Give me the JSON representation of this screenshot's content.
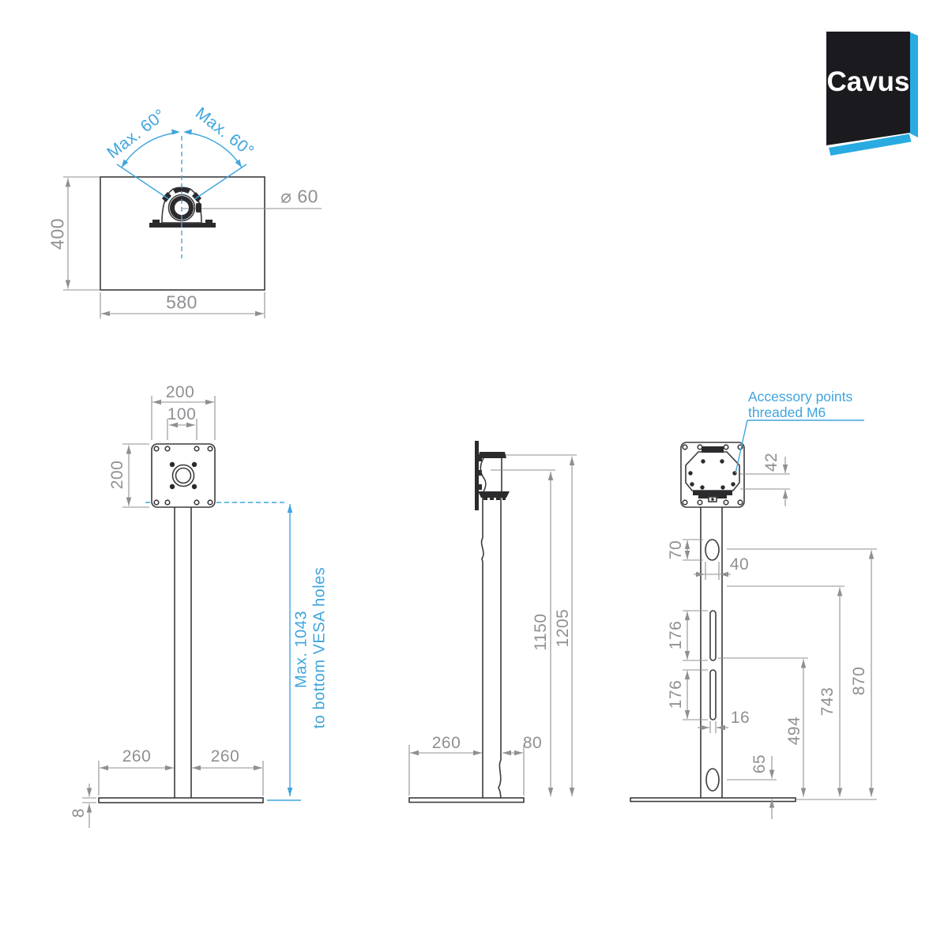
{
  "colors": {
    "line": "#3B3B3E",
    "dimension": "#8E9093",
    "annotation_blue": "#3FA5DE",
    "logo_background": "#1B1B1F",
    "logo_accent": "#29ABE2"
  },
  "logo": {
    "brand": "Cavus"
  },
  "top_view": {
    "swivel_left": "Max. 60°",
    "swivel_right": "Max. 60°",
    "diameter": "⌀ 60",
    "depth": "400",
    "width": "580"
  },
  "front_view": {
    "vesa_width": "200",
    "vesa_hole_spacing": "100",
    "vesa_height": "200",
    "base_half_left": "260",
    "base_half_right": "260",
    "base_thickness": "8",
    "max_height_value": "Max. 1043",
    "max_height_caption": "to bottom VESA holes"
  },
  "side_view": {
    "base_front": "260",
    "base_rear": "80",
    "column_height": "1150",
    "total_height": "1205"
  },
  "back_view": {
    "note_line1": "Accessory points",
    "note_line2": "threaded M6",
    "accessory_hole_spacing": "42",
    "cable_hole_height": "70",
    "cable_hole_width": "40",
    "slot_upper": "176",
    "slot_lower": "176",
    "slot_width": "16",
    "bottom_hole_offset": "65",
    "height_slot_bottom": "494",
    "height_mid": "743",
    "height_cable_hole": "870"
  }
}
